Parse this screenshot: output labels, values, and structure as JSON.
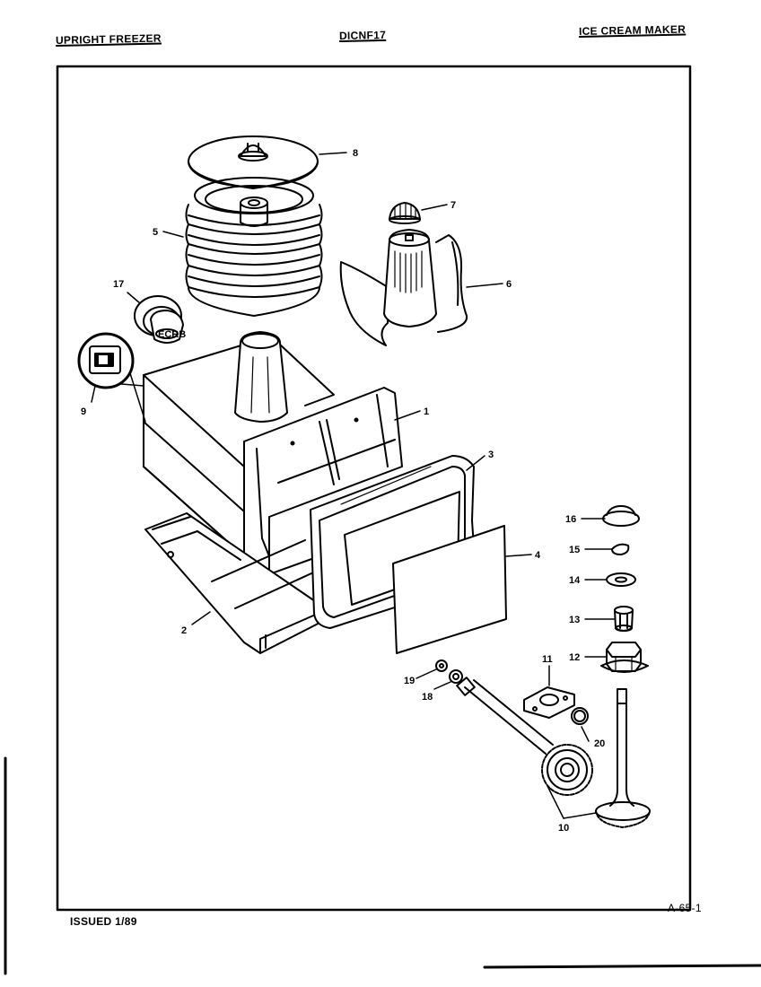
{
  "header": {
    "left": "UPRIGHT FREEZER",
    "center": "DICNF17",
    "right": "ICE CREAM MAKER"
  },
  "footer": {
    "issued": "ISSUED 1/89",
    "page_code": "A-65-1"
  },
  "parts": {
    "p1": "1",
    "p2": "2",
    "p3": "3",
    "p4": "4",
    "p5": "5",
    "p6": "6",
    "p7": "7",
    "p8": "8",
    "p9": "9",
    "p10": "10",
    "p11": "11",
    "p12": "12",
    "p13": "13",
    "p14": "14",
    "p15": "15",
    "p16": "16",
    "p17": "17",
    "p18": "18",
    "p19": "19",
    "p20": "20"
  },
  "decal_text": "ECRB"
}
